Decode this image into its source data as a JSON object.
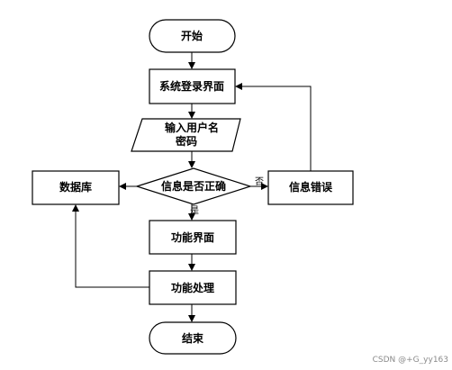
{
  "flowchart": {
    "start": "开始",
    "login_screen": "系统登录界面",
    "input_line1": "输入用户名",
    "input_line2": "密码",
    "decision": "信息是否正确",
    "database": "数据库",
    "error": "信息错误",
    "no_label": "否",
    "yes_label": "是",
    "function_screen": "功能界面",
    "function_process": "功能处理",
    "end": "结束"
  },
  "watermark": "CSDN @+G_yy163"
}
